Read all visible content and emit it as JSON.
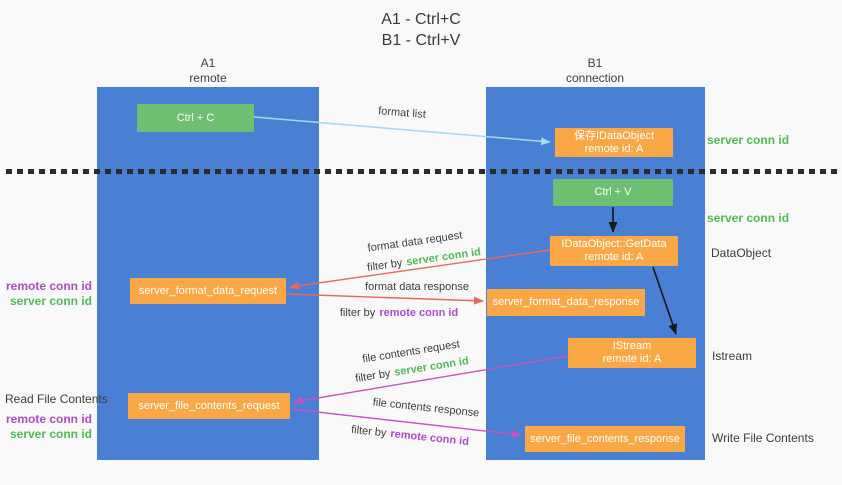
{
  "title": {
    "line1": "A1 - Ctrl+C",
    "line2": "B1 - Ctrl+V"
  },
  "lifelines": {
    "a1": {
      "name": "A1",
      "role": "remote"
    },
    "b1": {
      "name": "B1",
      "role": "connection"
    }
  },
  "nodes": {
    "ctrl_c": {
      "label": "Ctrl + C"
    },
    "save_dataobject": {
      "line1": "保存IDataObject",
      "line2": "remote id: A"
    },
    "ctrl_v": {
      "label": "Ctrl + V"
    },
    "getdata": {
      "line1": "IDataObject::GetData",
      "line2": "remote id: A"
    },
    "format_request": {
      "label": "server_format_data_request"
    },
    "format_response": {
      "label": "server_format_data_response"
    },
    "istream": {
      "line1": "IStream",
      "line2": "remote id: A"
    },
    "file_request": {
      "label": "server_file_contents_request"
    },
    "file_response": {
      "label": "server_file_contents_response"
    }
  },
  "arrows": {
    "format_list": {
      "label": "format list"
    },
    "format_data_request": {
      "label": "format data request",
      "filter_prefix": "filter by",
      "filter_key": "server conn id"
    },
    "format_data_response": {
      "label": "format data response",
      "filter_prefix": "filter by",
      "filter_key": "remote conn id"
    },
    "file_contents_request": {
      "label": "file contents request",
      "filter_prefix": "filter by",
      "filter_key": "server conn id"
    },
    "file_contents_response": {
      "label": "file contents response",
      "filter_prefix": "filter by",
      "filter_key": "remote conn id"
    }
  },
  "side_labels": {
    "server_conn_id_top": "server conn id",
    "server_conn_id_mid": "server conn id",
    "dataobject": "DataObject",
    "istream": "Istream",
    "write_file_contents": "Write File Contents",
    "read_file_contents": "Read File Contents",
    "group1": {
      "remote_conn_id": "remote conn id",
      "server_conn_id": "server conn id"
    },
    "group2": {
      "remote_conn_id": "remote conn id",
      "server_conn_id": "server conn id"
    }
  },
  "colors": {
    "background": "#f9f9f9",
    "column_blue": "#4a80d4",
    "box_green": "#6ebf72",
    "box_orange": "#f9a845",
    "text_green": "#53b957",
    "text_purple": "#aa4ec5",
    "arrow_red": "#e7695e",
    "arrow_magenta": "#c653c0",
    "arrow_lightblue": "#a8d7f2",
    "arrow_black": "#1a1a1a",
    "dark_text": "#3d3d3d"
  }
}
